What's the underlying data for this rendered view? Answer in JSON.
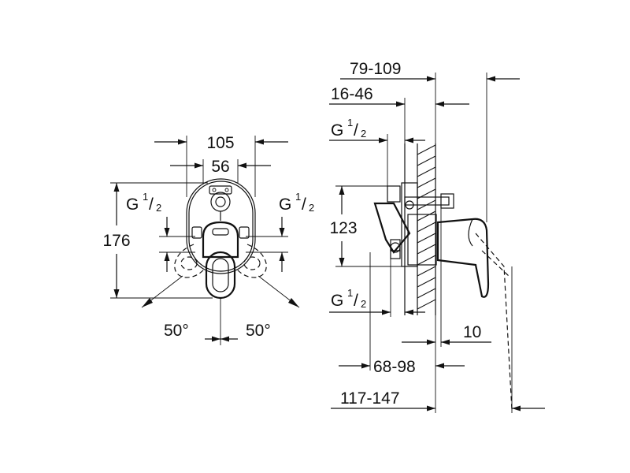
{
  "front_view": {
    "width_outer": "105",
    "width_inner": "56",
    "height": "176",
    "thread_left": {
      "letter": "G",
      "num": "1",
      "den": "2"
    },
    "thread_right": {
      "letter": "G",
      "num": "1",
      "den": "2"
    },
    "angle_left": "50°",
    "angle_right": "50°"
  },
  "side_view": {
    "depth_top": "79-109",
    "depth_second": "16-46",
    "thread_top": {
      "letter": "G",
      "num": "1",
      "den": "2"
    },
    "height": "123",
    "thread_bottom": {
      "letter": "G",
      "num": "1",
      "den": "2"
    },
    "plate_thickness": "10",
    "depth_bottom": "68-98",
    "depth_total": "117-147"
  }
}
